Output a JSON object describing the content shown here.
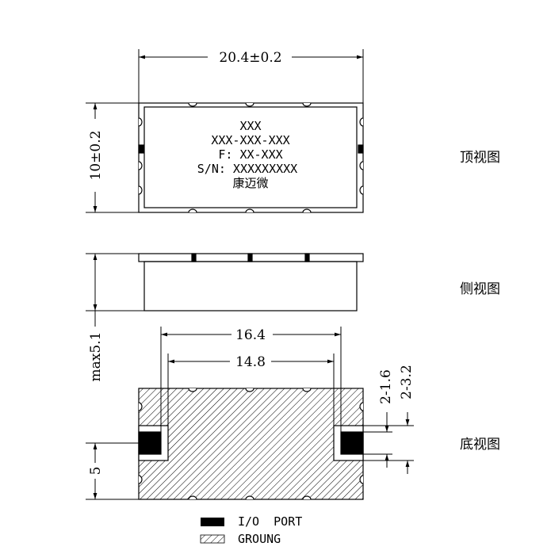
{
  "views": {
    "top": "顶视图",
    "side": "侧视图",
    "bottom": "底视图"
  },
  "dimensions": {
    "length": "20.4±0.2",
    "width": "10±0.2",
    "height": "max5.1",
    "outer_span": "16.4",
    "inner_span": "14.8",
    "port_inner": "2-1.6",
    "port_outer": "2-3.2",
    "port_offset": "5"
  },
  "marking": {
    "line1": "XXX",
    "line2": "XXX-XXX-XXX",
    "line3": "F: XX-XXX",
    "line4": "S/N: XXXXXXXXX",
    "line5": "康迈微"
  },
  "legend": {
    "io_port": "I/O  PORT",
    "ground": "GROUNG"
  },
  "colors": {
    "line": "#000000",
    "background": "#ffffff"
  }
}
